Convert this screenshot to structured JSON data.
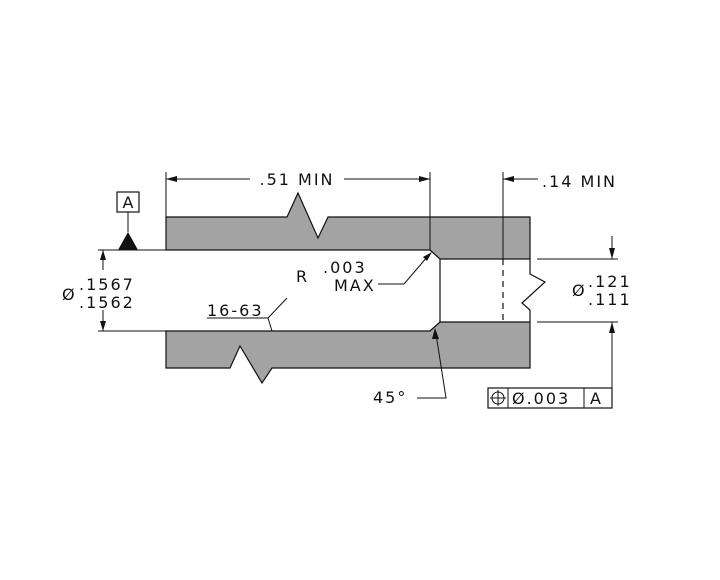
{
  "colors": {
    "material": "#a3a3a3",
    "line": "#111111",
    "background": "#ffffff"
  },
  "datum": {
    "letter": "A"
  },
  "dims": {
    "bore_length": ".51 MIN",
    "counterbore_depth": ".14 MIN",
    "bore_dia_symbol": "Ø",
    "bore_dia_max": ".1567",
    "bore_dia_min": ".1562",
    "small_dia_symbol": "Ø",
    "small_dia_max": ".121",
    "small_dia_min": ".111",
    "radius_prefix": "R",
    "radius_value": ".003",
    "radius_suffix": "MAX",
    "surface_finish": "16-63",
    "chamfer_angle": "45°"
  },
  "fcf": {
    "symbol": "position-icon",
    "tolerance": "Ø.003",
    "datum": "A"
  }
}
